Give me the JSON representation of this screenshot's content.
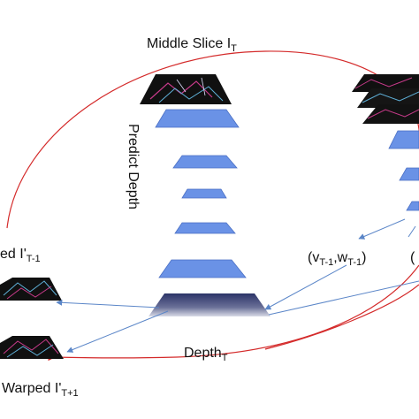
{
  "labels": {
    "middle_slice": "Middle Slice I",
    "middle_slice_sub": "T",
    "predict_depth": "Predict Depth",
    "warped_prev_prefix": "ed I'",
    "warped_prev_sub": "T-1",
    "warped_next_prefix": "Warped I'",
    "warped_next_sub": "T+1",
    "depth": "Depth",
    "depth_sub": "T",
    "flow_open": "(v",
    "flow_v_sub": "T-1",
    "flow_mid": ",w",
    "flow_w_sub": "T-1",
    "flow_close": ")",
    "flow_cut": "("
  },
  "colors": {
    "layer_fill": "#6a92e6",
    "layer_stroke": "#4a6fc4",
    "arrow_blue": "#5b86c8",
    "ellipse_red": "#d42a2a",
    "image_dark": "#101010",
    "depth_dark": "#2c3468"
  }
}
